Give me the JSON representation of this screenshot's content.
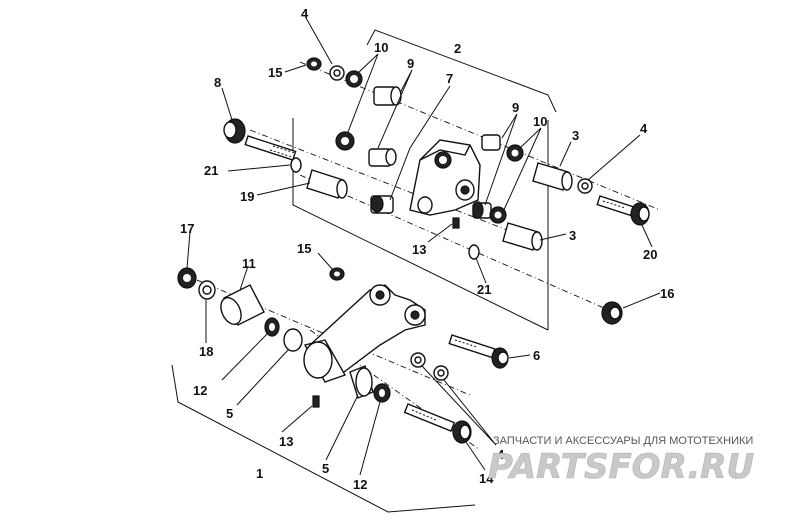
{
  "callouts": {
    "c1": "1",
    "c2": "2",
    "c3a": "3",
    "c3b": "3",
    "c4a": "4",
    "c4b": "4",
    "c4c": "4",
    "c5a": "5",
    "c5b": "5",
    "c6": "6",
    "c7": "7",
    "c8": "8",
    "c9a": "9",
    "c9b": "9",
    "c10a": "10",
    "c10b": "10",
    "c11": "11",
    "c12a": "12",
    "c12b": "12",
    "c13a": "13",
    "c13b": "13",
    "c14": "14",
    "c15a": "15",
    "c15b": "15",
    "c16": "16",
    "c17": "17",
    "c18": "18",
    "c19": "19",
    "c20": "20",
    "c21a": "21",
    "c21b": "21"
  },
  "watermark": {
    "tagline": "ЗАПЧАСТИ И АКСЕССУАРЫ ДЛЯ МОТОТЕХНИКИ",
    "logo": "PARTSFOR.RU"
  }
}
